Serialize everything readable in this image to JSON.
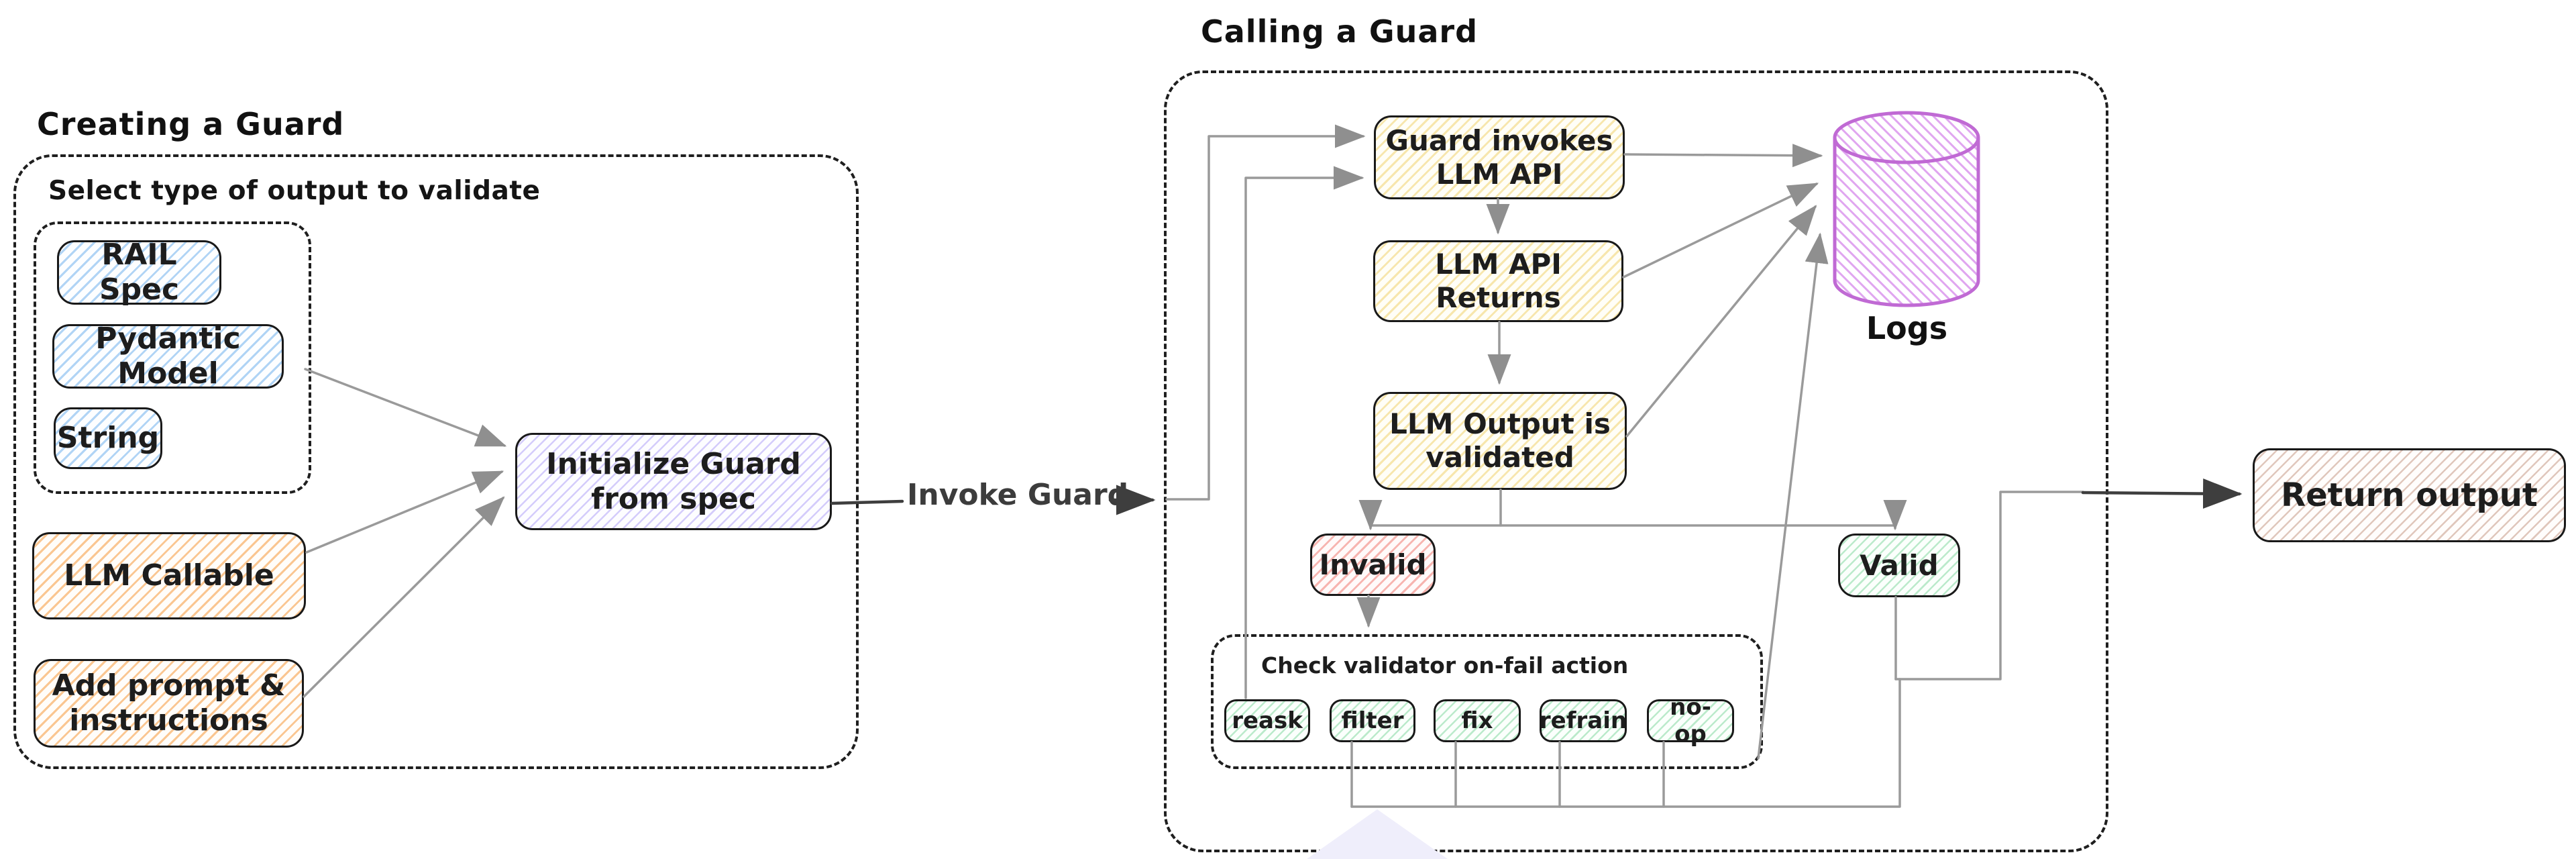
{
  "diagram": {
    "creating": {
      "section_label": "Creating a Guard",
      "heading": "Select type of output to validate",
      "nodes": {
        "rail_spec": "RAIL Spec",
        "pydantic_model": "Pydantic Model",
        "string": "String",
        "llm_callable": "LLM Callable",
        "add_prompt": "Add prompt & instructions",
        "initialize_guard": "Initialize Guard from spec"
      }
    },
    "invoke_label": "Invoke Guard",
    "calling": {
      "section_label": "Calling a Guard",
      "nodes": {
        "guard_invokes": "Guard invokes LLM API",
        "llm_api_returns": "LLM API Returns",
        "llm_output_validated": "LLM Output is validated",
        "logs": "Logs",
        "invalid": "Invalid",
        "valid": "Valid"
      },
      "onfail": {
        "heading": "Check validator on-fail action",
        "actions": [
          "reask",
          "filter",
          "fix",
          "refrain",
          "no-op"
        ]
      }
    },
    "return_output": "Return output",
    "colors": {
      "spec_input_blue": "#a5d8ff",
      "llm_input_orange": "#f6993b",
      "initialize_violet": "#9682f5",
      "process_yellow": "#eecd5c",
      "invalid_red": "#ee695f",
      "valid_green": "#62cd87",
      "logs_purple": "#c06ad4",
      "return_tan": "#b2765c",
      "connector_gray": "#9a9a9a",
      "connector_dark": "#3e3e3e"
    }
  }
}
